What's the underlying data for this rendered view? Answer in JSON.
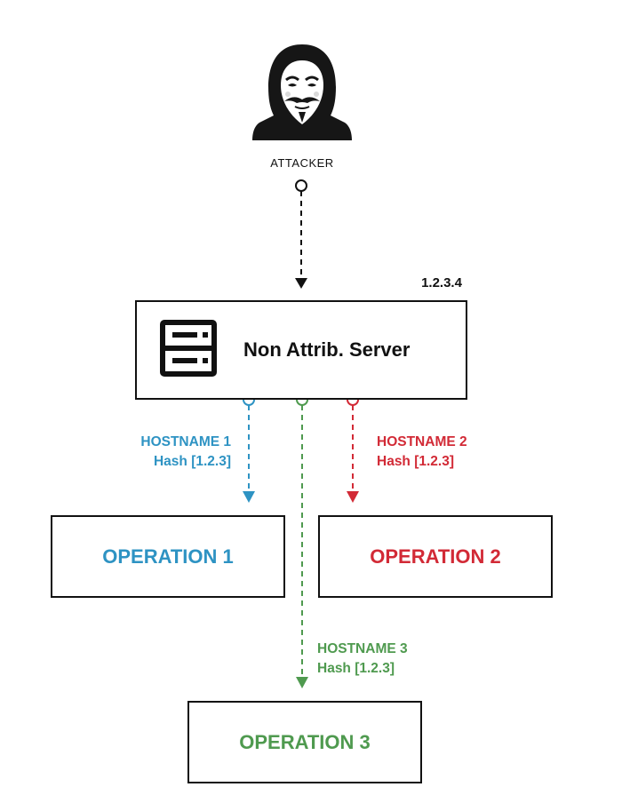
{
  "attacker": {
    "label": "ATTACKER",
    "icon": "hooded-hacker-mask-icon"
  },
  "server": {
    "ip": "1.2.3.4",
    "title": "Non Attrib. Server",
    "icon": "server-rack-icon"
  },
  "colors": {
    "blue": "#2e93c3",
    "red": "#d22a36",
    "green": "#4f9a4f",
    "black": "#111111"
  },
  "connections": [
    {
      "hostname": "HOSTNAME 1",
      "hash": "Hash [1.2.3]",
      "target": "OPERATION 1",
      "color": "#2e93c3"
    },
    {
      "hostname": "HOSTNAME 2",
      "hash": "Hash [1.2.3]",
      "target": "OPERATION 2",
      "color": "#d22a36"
    },
    {
      "hostname": "HOSTNAME 3",
      "hash": "Hash [1.2.3]",
      "target": "OPERATION 3",
      "color": "#4f9a4f"
    }
  ]
}
